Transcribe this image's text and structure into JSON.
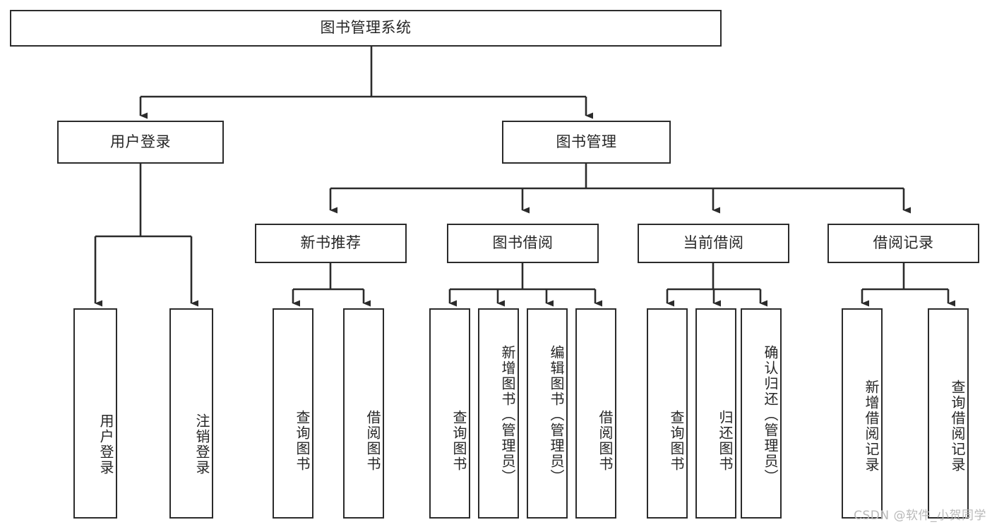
{
  "diagram": {
    "type": "tree",
    "title": "图书管理系统",
    "root": {
      "label": "图书管理系统",
      "children": [
        {
          "label": "用户登录",
          "children": [
            {
              "label": "用户登录"
            },
            {
              "label": "注销登录"
            }
          ]
        },
        {
          "label": "图书管理",
          "children": [
            {
              "label": "新书推荐",
              "children": [
                {
                  "label": "查询图书"
                },
                {
                  "label": "借阅图书"
                }
              ]
            },
            {
              "label": "图书借阅",
              "children": [
                {
                  "label": "查询图书"
                },
                {
                  "label": "新增图书（管理员）"
                },
                {
                  "label": "编辑图书（管理员）"
                },
                {
                  "label": "借阅图书"
                }
              ]
            },
            {
              "label": "当前借阅",
              "children": [
                {
                  "label": "查询图书"
                },
                {
                  "label": "归还图书"
                },
                {
                  "label": "确认归还（管理员）"
                }
              ]
            },
            {
              "label": "借阅记录",
              "children": [
                {
                  "label": "新增借阅记录"
                },
                {
                  "label": "查询借阅记录"
                }
              ]
            }
          ]
        }
      ]
    }
  },
  "nodes": {
    "root": "图书管理系统",
    "user_login": "用户登录",
    "book_manage": "图书管理",
    "new_book_rec": "新书推荐",
    "book_borrow": "图书借阅",
    "current_borrow": "当前借阅",
    "borrow_record": "借阅记录",
    "leaf_user_login": "用户登录",
    "leaf_logout": "注销登录",
    "leaf_rec_query": "查询图书",
    "leaf_rec_borrow": "借阅图书",
    "leaf_bb_query": "查询图书",
    "leaf_bb_add": "新增图书（管理员）",
    "leaf_bb_edit": "编辑图书（管理员）",
    "leaf_bb_borrow": "借阅图书",
    "leaf_cb_query": "查询图书",
    "leaf_cb_return": "归还图书",
    "leaf_cb_confirm": "确认归还（管理员）",
    "leaf_br_add": "新增借阅记录",
    "leaf_br_query": "查询借阅记录"
  },
  "watermark": {
    "text": "CSDN @软件_小贺同学"
  },
  "colors": {
    "background": "#ffffff",
    "box_border": "#2b2b2b",
    "text": "#262626",
    "connector": "#2b2b2b",
    "watermark": "#b9b9b9"
  }
}
